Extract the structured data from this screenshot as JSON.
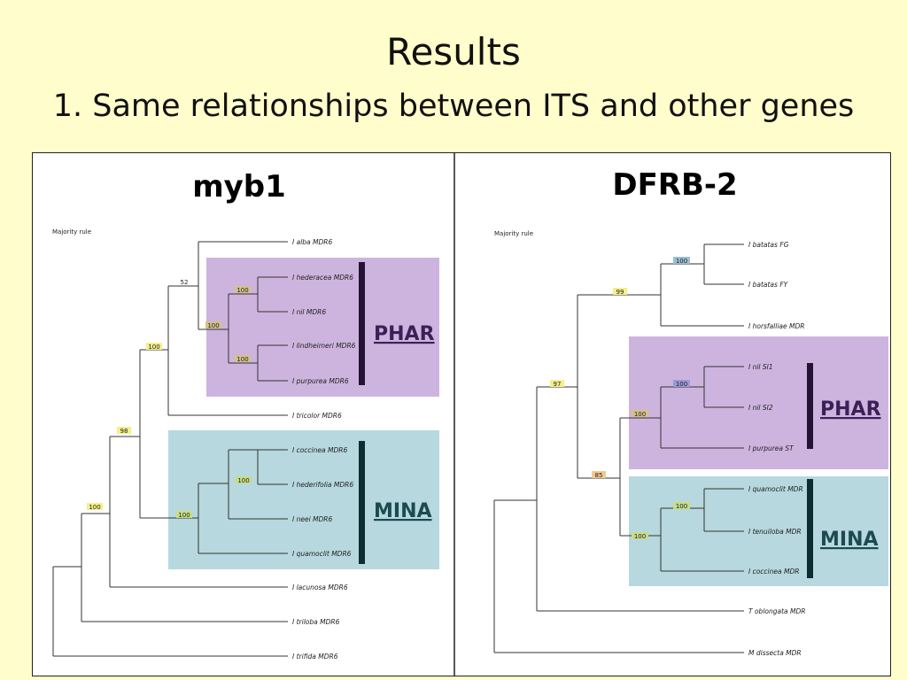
{
  "title": "Results",
  "subtitle": "1. Same relationships between ITS and other genes",
  "colors": {
    "background": "#fefdcb",
    "phar_box": "#cdb4de",
    "mina_box": "#b6d8de",
    "phar_text": "#3b2058",
    "mina_text": "#1d4a4e",
    "support_yellow": "#f5ef8a",
    "support_tan": "#d6c08a",
    "support_green": "#c8dc86",
    "support_blue": "#9dbfd6",
    "support_purple": "#9a9ad6",
    "support_orange": "#f3c890"
  },
  "left_tree": {
    "title": "myb1",
    "label": "Majority rule",
    "phar_label": "PHAR",
    "mina_label": "MINA",
    "taxa": {
      "alba": "I alba MDR6",
      "hederacea": "I hederacea MDR6",
      "nil": "I nil MDR6",
      "lindheimeri": "I lindheimeri MDR6",
      "purpurea": "I purpurea MDR6",
      "tricolor": "I tricolor MDR6",
      "coccinea": "I coccinea MDR6",
      "hederifolia": "I hederifolia MDR6",
      "neei": "I neei MDR6",
      "quamoclit": "I quamoclit MDR6",
      "lacunosa": "I lacunosa MDR6",
      "triloba": "I triloba MDR6",
      "trifida": "I trifida MDR6"
    },
    "support": {
      "s52": "52",
      "s100a": "100",
      "s100b": "100",
      "s100c": "100",
      "s100d": "100",
      "s98": "98",
      "s100e": "100",
      "s100f": "100",
      "s100g": "100"
    }
  },
  "right_tree": {
    "title": "DFRB-2",
    "label": "Majority rule",
    "phar_label": "PHAR",
    "mina_label": "MINA",
    "taxa": {
      "batatas_fg": "I batatas FG",
      "batatas_fy": "I batatas FY",
      "horsfalliae": "I horsfalliae MDR",
      "nil_si1": "I nil SI1",
      "nil_si2": "I nil SI2",
      "purpurea": "I purpurea ST",
      "quamoclit": "I quamoclit MDR",
      "tenuiloba": "I tenuiloba MDR",
      "coccinea": "I coccinea MDR",
      "oblongata": "T oblongata MDR",
      "dissecta": "M dissecta MDR"
    },
    "support": {
      "s100a": "100",
      "s99": "99",
      "s100b": "100",
      "s100c": "100",
      "s97": "97",
      "s100d": "100",
      "s100e": "100",
      "s85": "85"
    }
  }
}
